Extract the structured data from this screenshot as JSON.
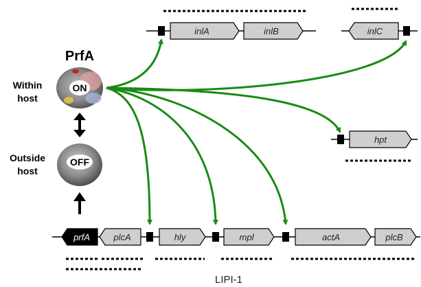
{
  "protein": {
    "name": "PrfA",
    "on_label": "ON",
    "off_label": "OFF"
  },
  "conditions": {
    "within": [
      "Within",
      "host"
    ],
    "outside": [
      "Outside",
      "host"
    ]
  },
  "genes": {
    "inlA": "inlA",
    "inlB": "inlB",
    "inlC": "inlC",
    "hpt": "hpt",
    "prfA": "prfA",
    "plcA": "plcA",
    "hly": "hly",
    "mpl": "mpl",
    "actA": "actA",
    "plcB": "plcB"
  },
  "island_label": "LIPI-1",
  "colors": {
    "arrow": "#1a8a14",
    "gene_fill": "#cfcfcf",
    "prfA_fill": "#000000",
    "promoter": "#000000"
  }
}
